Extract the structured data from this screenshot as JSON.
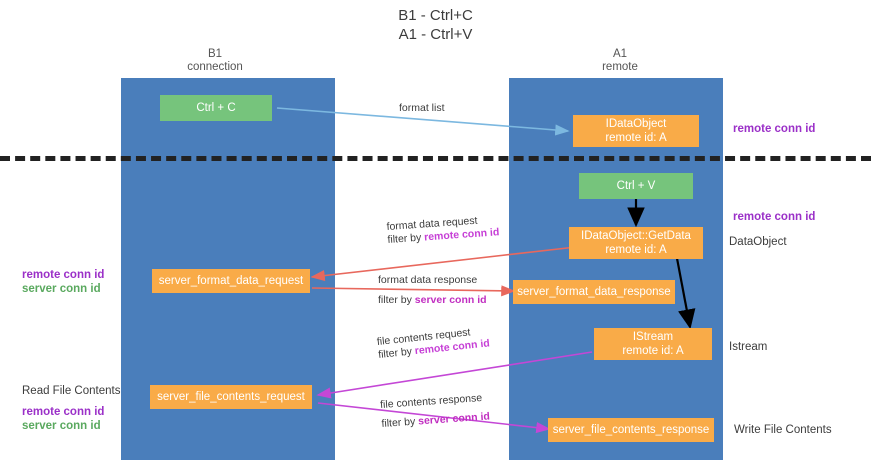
{
  "title": {
    "line1": "B1 - Ctrl+C",
    "line2": "A1 - Ctrl+V"
  },
  "lanes": [
    {
      "id": "b1",
      "name": "B1",
      "role": "connection",
      "color": "#4a7ebb"
    },
    {
      "id": "a1",
      "name": "A1",
      "role": "remote",
      "color": "#4a7ebb"
    }
  ],
  "colors": {
    "lane": "#4a7ebb",
    "node_green": "#76c47c",
    "node_orange": "#f9ab48",
    "remote_conn_id": "#9b30c8",
    "server_conn_id": "#5aa95f",
    "arrow_format_list": "#7cb8e0",
    "arrow_format_data": "#e8685d",
    "arrow_file_contents": "#c447d6",
    "arrow_black": "#000000",
    "divider": "#222222"
  },
  "nodes": {
    "ctrl_c": {
      "label": "Ctrl + C"
    },
    "idataobject": {
      "label": "IDataObject",
      "sub": "remote id: A"
    },
    "ctrl_v": {
      "label": "Ctrl + V"
    },
    "getdata": {
      "label": "IDataObject::GetData",
      "sub": "remote id: A"
    },
    "server_format_data_request": {
      "label": "server_format_data_request"
    },
    "server_format_data_response": {
      "label": "server_format_data_response"
    },
    "istream": {
      "label": "IStream",
      "sub": "remote id: A"
    },
    "server_file_contents_request": {
      "label": "server_file_contents_request"
    },
    "server_file_contents_response": {
      "label": "server_file_contents_response"
    }
  },
  "edge_labels": {
    "format_list": "format list",
    "format_data_request": "format data request",
    "format_data_request_filter_prefix": "filter by ",
    "format_data_request_filter_key": "remote conn id",
    "format_data_response": "format data response",
    "format_data_response_filter_prefix": "filter by ",
    "format_data_response_filter_key": "server conn id",
    "file_contents_request": "file contents request",
    "file_contents_request_filter_prefix": "filter by ",
    "file_contents_request_filter_key": "remote conn id",
    "file_contents_response": "file contents response",
    "file_contents_response_filter_prefix": "filter by ",
    "file_contents_response_filter_key": "server conn id"
  },
  "annotations": {
    "right_top_conn": "remote conn id",
    "right_mid_conn": "remote conn id",
    "right_dataobject": "DataObject",
    "right_istream": "Istream",
    "right_write_file": "Write File Contents",
    "left_mid_remote": "remote conn id",
    "left_mid_server": "server conn id",
    "left_read_file": "Read File Contents",
    "left_bottom_remote": "remote conn id",
    "left_bottom_server": "server conn id"
  }
}
